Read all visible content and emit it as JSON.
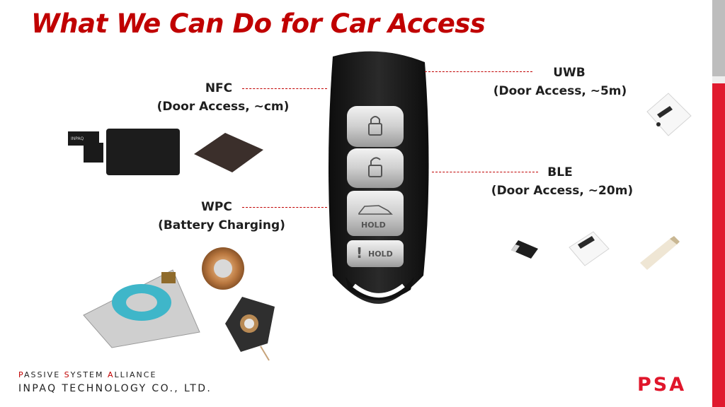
{
  "title": "What We Can Do for Car Access",
  "labels": {
    "nfc": {
      "head": "NFC",
      "detail": "(Door Access, ~cm)"
    },
    "wpc": {
      "head": "WPC",
      "detail": "(Battery Charging)"
    },
    "uwb": {
      "head": "UWB",
      "detail": "(Door Access, ~5m)"
    },
    "ble": {
      "head": "BLE",
      "detail": "(Door Access, ~20m)"
    }
  },
  "key_fob": {
    "hold_button_1": "HOLD",
    "hold_button_2": "HOLD"
  },
  "nfc_module_marking": "INPAQ",
  "footer": {
    "line1": {
      "p1": "P",
      "r1": "ASSIVE ",
      "p2": "S",
      "r2": "YSTEM ",
      "p3": "A",
      "r3": "LLIANCE"
    },
    "line2": "INPAQ TECHNOLOGY CO., LTD."
  },
  "logo": "PSA",
  "colors": {
    "title": "#c00000",
    "accent": "#e01a2e",
    "leader_line": "#c00000"
  }
}
